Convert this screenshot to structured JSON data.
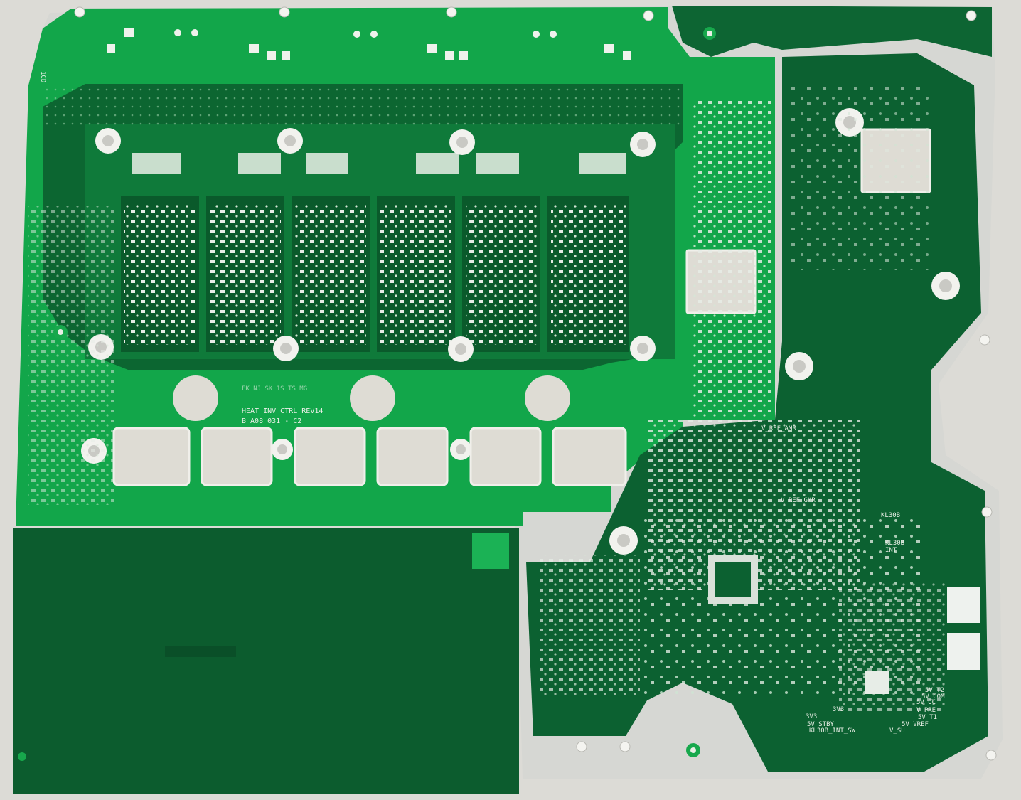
{
  "board": {
    "title_line1": "HEAT_INV_CTRL_REV14",
    "title_line2": "B A08 031 - C2",
    "top_codes": "FK  NJ  SK  1S  TS  MG",
    "corner_code": "1CD",
    "colors": {
      "background": "#dcdbd6",
      "solder_mask_light": "#12a64a",
      "solder_mask_dark": "#0b5f2f",
      "copper_silver": "#d8d9d6",
      "silkscreen": "#e9efe6"
    }
  },
  "labels": {
    "v_ref_amr": "V_REF_AMR",
    "v_ref_gmr": "V_REF_GMR",
    "kl30b": "KL30B",
    "kl30b_int": "KL30B\nINT",
    "kl30b_int_line1": "KL30B",
    "kl30b_int_line2": "INT",
    "v5_t2": "5V_T2",
    "v5_com": "5V_COM",
    "v5_uc": "5V_UC",
    "v_pre": "V_PRE",
    "v5_t1": "5V_T1",
    "v5_vref": "5V_VREF",
    "v_su": "V_SU",
    "v3v3": "3V3",
    "v3v3_b": "3V3",
    "v5_stby": "5V_STBY",
    "kl30b_int_sw": "KL30B_INT_SW"
  }
}
